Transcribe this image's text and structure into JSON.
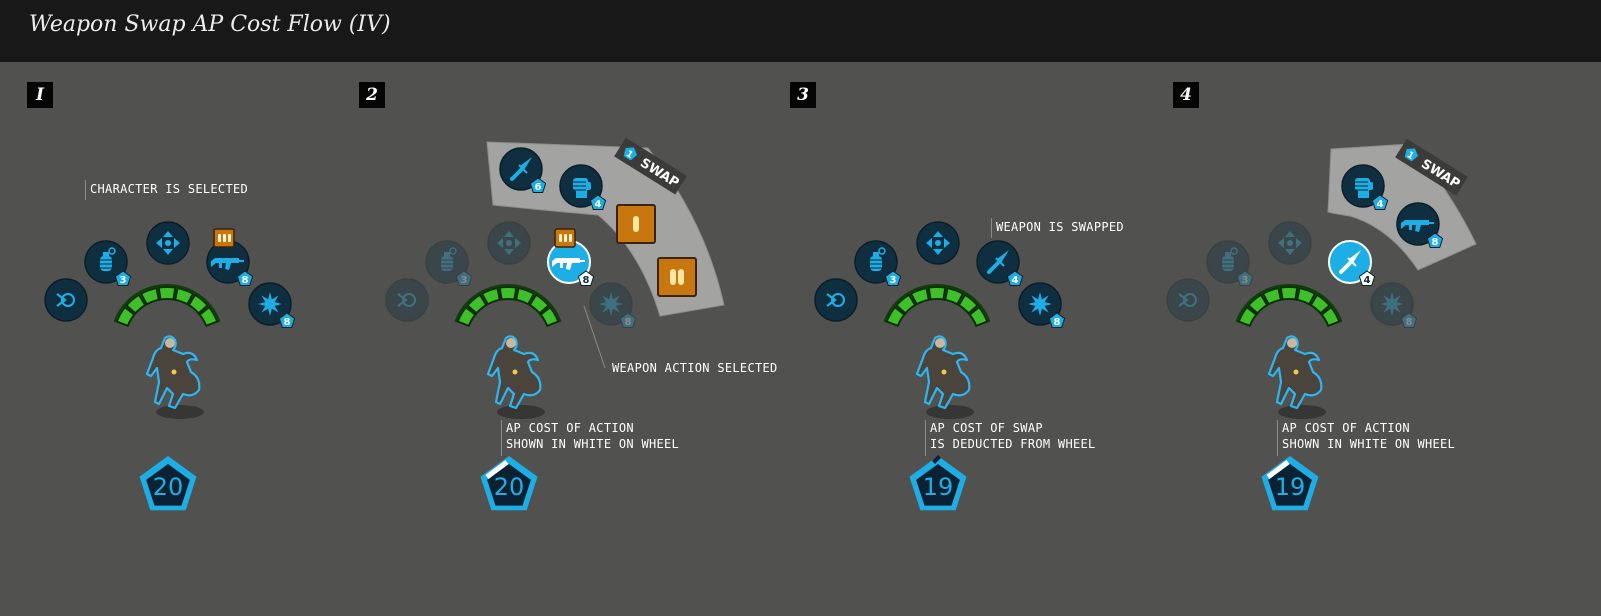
{
  "title": "Weapon Swap AP Cost Flow (IV)",
  "colors": {
    "background": "#51524f",
    "header": "#181818",
    "accent_blue": "#1eaee6",
    "ap_green": "#3fbf2a",
    "ammo_orange": "#c8770f",
    "swap_panel": "#a3a3a1"
  },
  "panels": [
    {
      "step": "I",
      "annotations": [
        {
          "lines": [
            "CHARACTER IS SELECTED"
          ]
        }
      ],
      "actions": [
        {
          "icon": "overwatch-icon",
          "cost": ""
        },
        {
          "icon": "grenade-icon",
          "cost": "3"
        },
        {
          "icon": "move-icon",
          "cost": ""
        },
        {
          "icon": "assault-rifle-icon",
          "cost": "8",
          "ammo": "ammo-icon"
        },
        {
          "icon": "ability-burst-icon",
          "cost": "8"
        }
      ],
      "ap_value": "20"
    },
    {
      "step": "2",
      "annotations": [
        {
          "lines": [
            "WEAPON ACTION SELECTED"
          ]
        },
        {
          "lines": [
            "AP COST OF ACTION",
            "SHOWN IN WHITE ON WHEEL"
          ]
        }
      ],
      "actions": [
        {
          "icon": "overwatch-icon",
          "cost": ""
        },
        {
          "icon": "grenade-icon",
          "cost": "3"
        },
        {
          "icon": "move-icon",
          "cost": ""
        },
        {
          "icon": "assault-rifle-icon",
          "cost": "8",
          "ammo": "ammo-icon"
        },
        {
          "icon": "ability-burst-icon",
          "cost": "8"
        }
      ],
      "swap": {
        "label": "SWAP",
        "cost": "1",
        "weapons": [
          {
            "icon": "knife-icon",
            "cost": "6"
          },
          {
            "icon": "fist-icon",
            "cost": "4"
          }
        ],
        "ammo": [
          "single-bullet-icon",
          "double-bullet-icon"
        ]
      },
      "ap_value": "20"
    },
    {
      "step": "3",
      "annotations": [
        {
          "lines": [
            "WEAPON IS SWAPPED"
          ]
        },
        {
          "lines": [
            "AP COST OF SWAP",
            "IS DEDUCTED FROM WHEEL"
          ]
        }
      ],
      "actions": [
        {
          "icon": "overwatch-icon",
          "cost": ""
        },
        {
          "icon": "grenade-icon",
          "cost": "3"
        },
        {
          "icon": "move-icon",
          "cost": ""
        },
        {
          "icon": "knife-icon",
          "cost": "4"
        },
        {
          "icon": "ability-burst-icon",
          "cost": "8"
        }
      ],
      "ap_value": "19"
    },
    {
      "step": "4",
      "annotations": [
        {
          "lines": [
            "AP COST OF ACTION",
            "SHOWN IN WHITE ON WHEEL"
          ]
        }
      ],
      "actions": [
        {
          "icon": "overwatch-icon",
          "cost": ""
        },
        {
          "icon": "grenade-icon",
          "cost": "3"
        },
        {
          "icon": "move-icon",
          "cost": ""
        },
        {
          "icon": "knife-icon",
          "cost": "4"
        },
        {
          "icon": "ability-burst-icon",
          "cost": "8"
        }
      ],
      "swap": {
        "label": "SWAP",
        "cost": "1",
        "weapons": [
          {
            "icon": "fist-icon",
            "cost": "4"
          },
          {
            "icon": "assault-rifle-icon",
            "cost": "8"
          }
        ]
      },
      "ap_value": "19"
    }
  ]
}
